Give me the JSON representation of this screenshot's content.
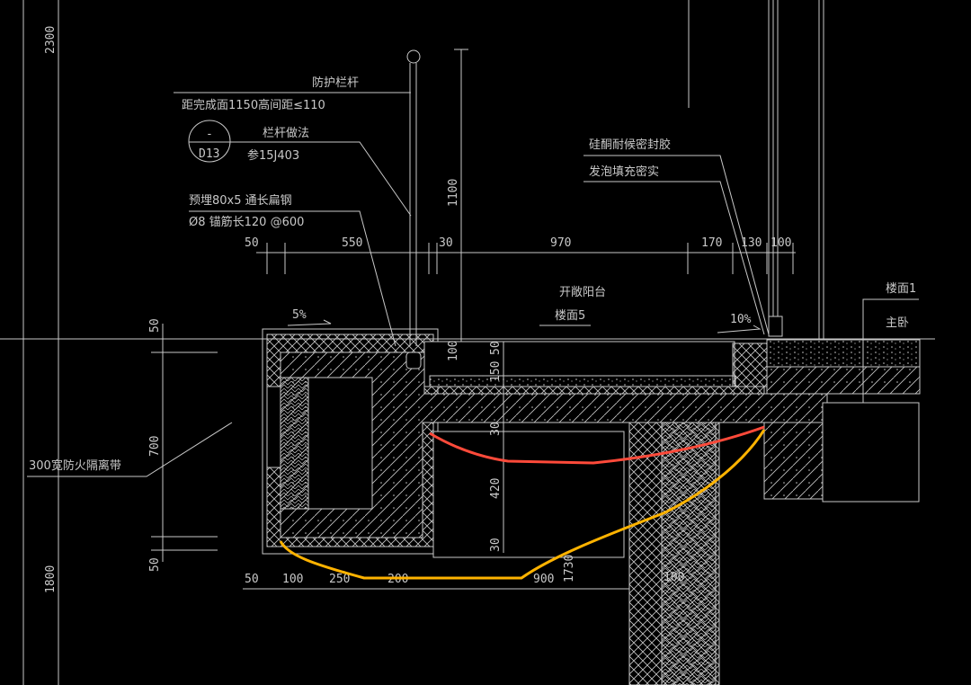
{
  "drawing": {
    "labels": {
      "railing": "防护栏杆",
      "railing_spec": "距完成面1150高间距≤110",
      "railing_method": "栏杆做法",
      "railing_ref": "参15J403",
      "detail_top": "-",
      "detail_bottom": "D13",
      "embedded_steel": "预埋80x5 通长扁钢",
      "anchor_bar": "Ø8 锚筋长120 @600",
      "sealant": "硅酮耐候密封胶",
      "foam_fill": "发泡填充密实",
      "open_balcony": "开敞阳台",
      "floor5": "楼面5",
      "floor1": "楼面1",
      "master_bedroom": "主卧",
      "fire_barrier": "300宽防火隔离带",
      "slope_left": "5%",
      "slope_right": "10%"
    },
    "dimensions": {
      "left_top": "2300",
      "left_bottom": "1800",
      "rail_height": "1100",
      "top": [
        "50",
        "550",
        "30",
        "970",
        "170",
        "130",
        "100"
      ],
      "side": [
        "50",
        "700",
        "50"
      ],
      "middle": [
        "100",
        "50",
        "150",
        "30",
        "420",
        "30"
      ],
      "bottom": [
        "50",
        "100",
        "250",
        "200",
        "900",
        "1730",
        "100"
      ]
    },
    "colors": {
      "line": "#c8c8c8",
      "red_markup": "#ff4a3a",
      "yellow_markup": "#ffb300",
      "background": "#000000"
    }
  }
}
